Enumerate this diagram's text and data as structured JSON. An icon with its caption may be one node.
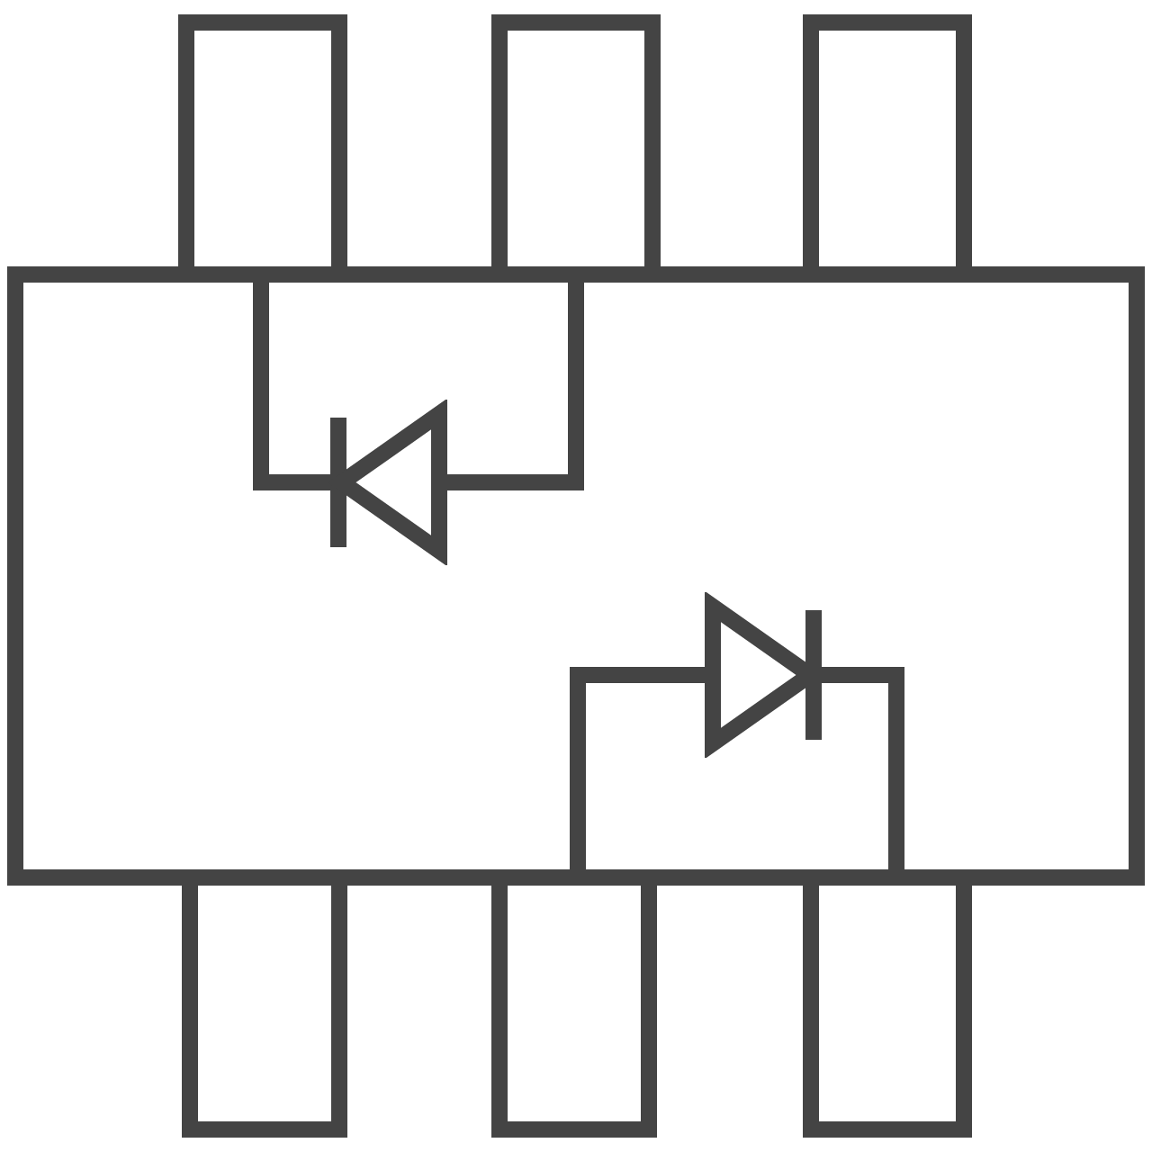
{
  "diagram": {
    "nodes": [
      {
        "text": [],
        "shape": "box"
      },
      {
        "text": [],
        "shape": "box"
      },
      {
        "text": [],
        "shape": "box"
      },
      {
        "text": [],
        "shape": "box"
      },
      {
        "text": [],
        "shape": "box"
      },
      {
        "text": [],
        "shape": "box"
      },
      {
        "text": [],
        "shape": "box"
      },
      {
        "text": [],
        "shape": "diode",
        "in": 0
      },
      {
        "text": [],
        "shape": "diode",
        "in": 0
      }
    ],
    "edges": [
      {
        "from": 1,
        "to": 7,
        "arrow": "none"
      },
      {
        "from": 7,
        "to": 2,
        "arrow": "none"
      },
      {
        "from": 5,
        "to": 8,
        "arrow": "none"
      },
      {
        "from": 8,
        "to": 6,
        "arrow": "none"
      }
    ]
  }
}
